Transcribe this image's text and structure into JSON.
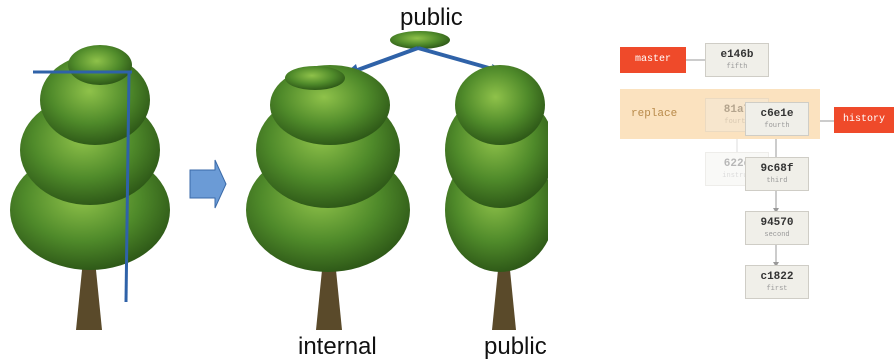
{
  "labels": {
    "top": "public",
    "bottom_left": "internal",
    "bottom_right": "public"
  },
  "git": {
    "region_label": "replace",
    "refs": [
      {
        "name": "master"
      },
      {
        "name": "history"
      }
    ],
    "commits": [
      {
        "hash": "e146b",
        "msg": "fifth"
      },
      {
        "hash": "81a7",
        "msg": "fourth"
      },
      {
        "hash": "c6e1e",
        "msg": "fourth"
      },
      {
        "hash": "622e",
        "msg": "instruc"
      },
      {
        "hash": "9c68f",
        "msg": "third"
      },
      {
        "hash": "94570",
        "msg": "second"
      },
      {
        "hash": "c1822",
        "msg": "first"
      }
    ]
  },
  "colors": {
    "ref": "#ef4a2a",
    "replace_bg": "#fbe2bf",
    "arrow": "#2f62a8",
    "tree_green": "#4f8a2a",
    "trunk": "#5a4a2a"
  }
}
